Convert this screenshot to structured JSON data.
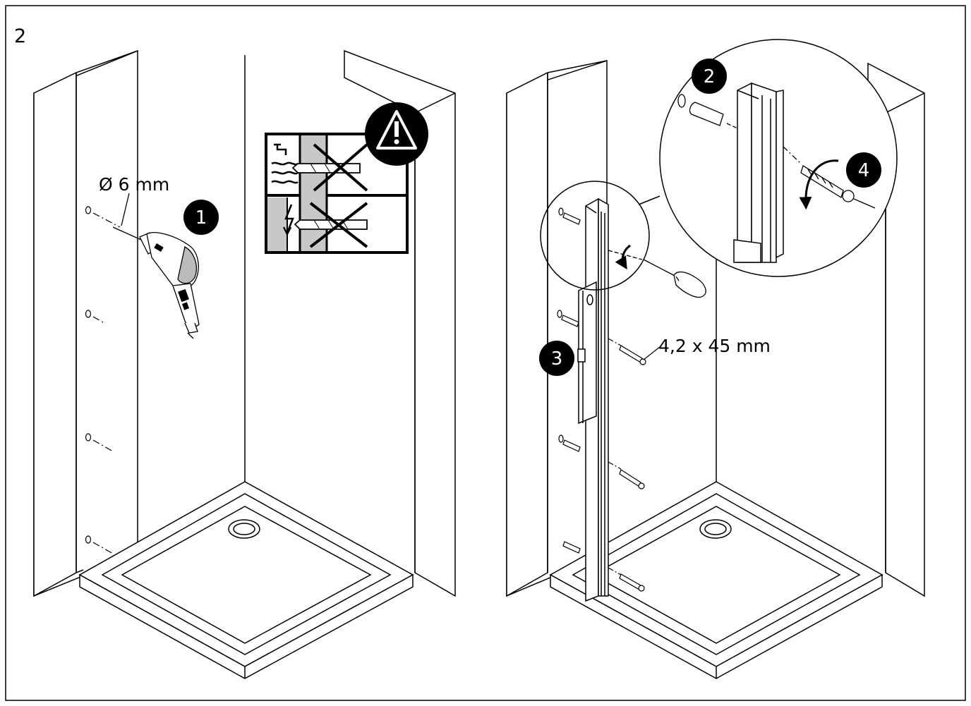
{
  "step_number": "2",
  "labels": {
    "drill_diameter": "Ø 6 mm",
    "screw_size": "4,2 x 45 mm"
  },
  "badges": [
    "1",
    "2",
    "3",
    "4"
  ],
  "icons": {
    "warning": "warning-triangle-icon",
    "water_pipe": "water-tap-icon",
    "electric": "lightning-bolt-icon",
    "drill": "electric-drill-icon",
    "screwdriver": "screwdriver-icon",
    "spirit_level": "spirit-level-icon"
  },
  "colors": {
    "line": "#000000",
    "wall_fill": "#ffffff",
    "warning_gray": "#c8c8c8",
    "badge_fill": "#000000"
  }
}
